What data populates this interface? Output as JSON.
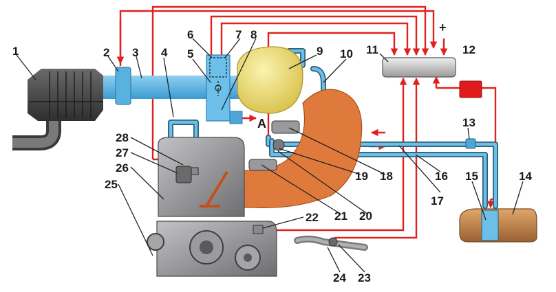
{
  "labels": [
    "1",
    "2",
    "3",
    "4",
    "5",
    "6",
    "7",
    "8",
    "9",
    "10",
    "11",
    "12",
    "13",
    "14",
    "15",
    "16",
    "17",
    "18",
    "19",
    "20",
    "21",
    "22",
    "23",
    "24",
    "25",
    "26",
    "27",
    "28"
  ],
  "symbols": {
    "plus": "+",
    "point_a": "A"
  },
  "colors": {
    "wire": "#e0201e",
    "air_duct": "#5fb7e6",
    "fuel_line": "#6cbfe6",
    "manifold": "#e07a3c",
    "receiver": "#f2e27a",
    "engine": "#8a8a8c",
    "ecu": "#d4d4d4",
    "relay": "#e11b1b",
    "tank": "#c88a4e",
    "air_filter": "#4a4a4a"
  }
}
